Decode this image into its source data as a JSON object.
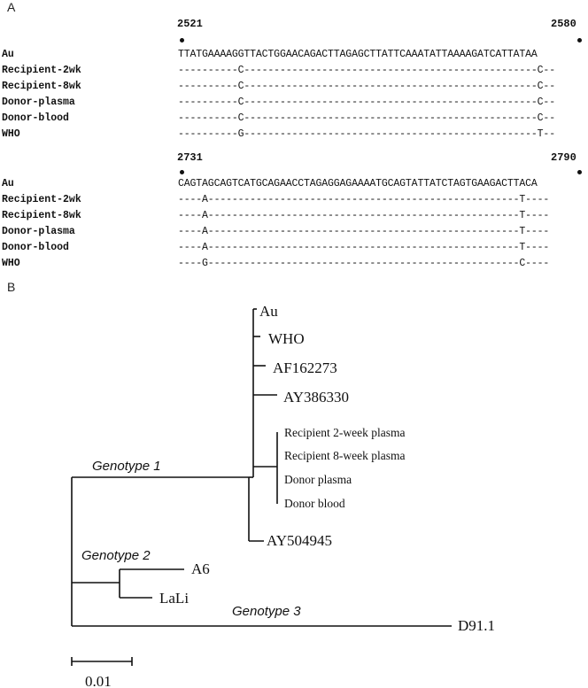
{
  "panel_a": {
    "label": "A",
    "blocks": [
      {
        "start": "2521",
        "end": "2580",
        "rows": [
          {
            "name": "Au",
            "seq": "TTATGAAAAGGTTACTGGAACAGACTTAGAGCTTATTCAAATATTAAAAGATCATTATAA"
          },
          {
            "name": "Recipient-2wk",
            "seq": "----------C-------------------------------------------------C--"
          },
          {
            "name": "Recipient-8wk",
            "seq": "----------C-------------------------------------------------C--"
          },
          {
            "name": "Donor-plasma",
            "seq": "----------C-------------------------------------------------C--"
          },
          {
            "name": "Donor-blood",
            "seq": "----------C-------------------------------------------------C--"
          },
          {
            "name": "WHO",
            "seq": "----------G-------------------------------------------------T--"
          }
        ]
      },
      {
        "start": "2731",
        "end": "2790",
        "rows": [
          {
            "name": "Au",
            "seq": "CAGTAGCAGTCATGCAGAACCTAGAGGAGAAAATGCAGTATTATCTAGTGAAGACTTACA"
          },
          {
            "name": "Recipient-2wk",
            "seq": "----A----------------------------------------------------T----"
          },
          {
            "name": "Recipient-8wk",
            "seq": "----A----------------------------------------------------T----"
          },
          {
            "name": "Donor-plasma",
            "seq": "----A----------------------------------------------------T----"
          },
          {
            "name": "Donor-blood",
            "seq": "----A----------------------------------------------------T----"
          },
          {
            "name": "WHO",
            "seq": "----G----------------------------------------------------C----"
          }
        ]
      }
    ]
  },
  "panel_b": {
    "label": "B",
    "taxa": {
      "au": "Au",
      "who": "WHO",
      "af": "AF162273",
      "ay386": "AY386330",
      "r2": "Recipient 2-week plasma",
      "r8": "Recipient 8-week plasma",
      "dp": "Donor plasma",
      "db": "Donor blood",
      "ay504": "AY504945",
      "a6": "A6",
      "lali": "LaLi",
      "d91": "D91.1"
    },
    "genotypes": {
      "g1": "Genotype 1",
      "g2": "Genotype 2",
      "g3": "Genotype 3"
    },
    "scale_label": "0.01"
  }
}
